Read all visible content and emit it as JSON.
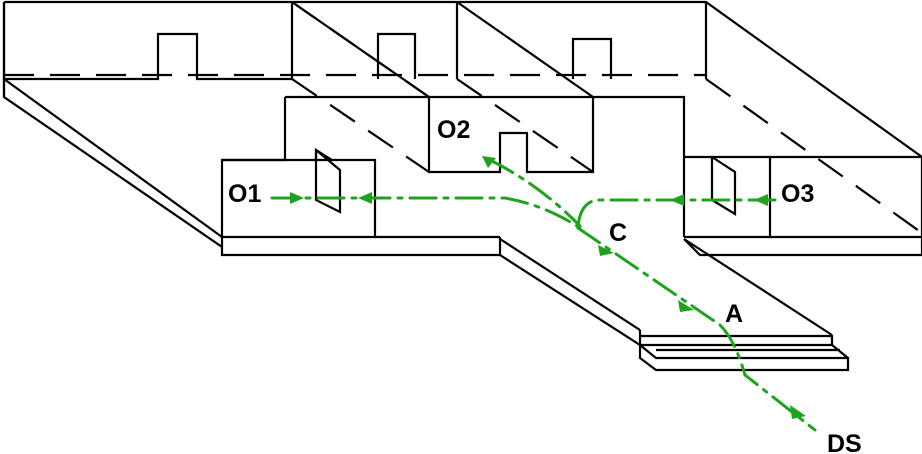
{
  "labels": {
    "o1": "O1",
    "o2": "O2",
    "o3": "O3",
    "c": "C",
    "a": "A",
    "ds": "DS"
  },
  "colors": {
    "walls": "#000000",
    "evacuation_route": "#1fa31f",
    "background": "#ffffff"
  }
}
